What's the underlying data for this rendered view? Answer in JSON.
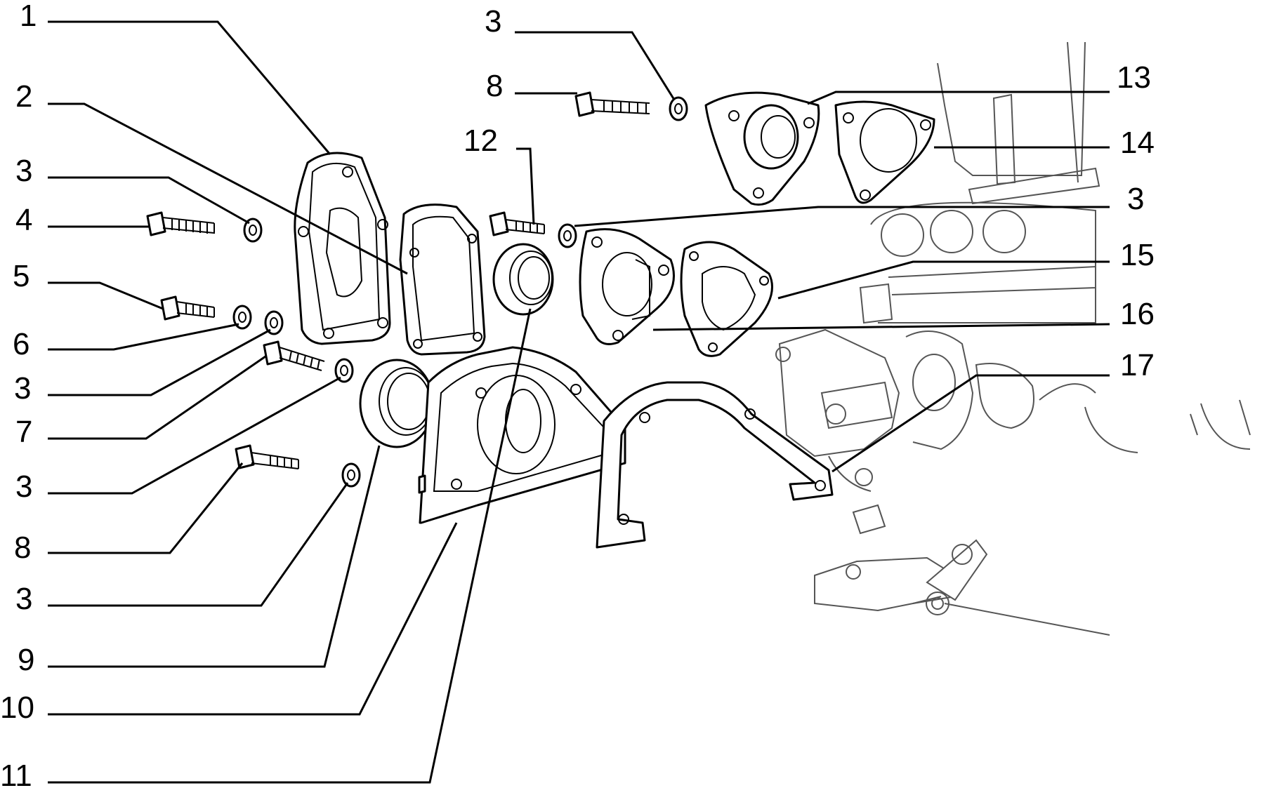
{
  "callouts": {
    "c1": "1",
    "c2": "2",
    "c3a": "3",
    "c4": "4",
    "c5": "5",
    "c6": "6",
    "c3b": "3",
    "c7": "7",
    "c3c": "3",
    "c8a": "8",
    "c3d": "3",
    "c9": "9",
    "c10": "10",
    "c11": "11",
    "c12": "12",
    "c3e": "3",
    "c8b": "8",
    "c13": "13",
    "c14": "14",
    "c3f": "3",
    "c15": "15",
    "c16": "16",
    "c17": "17"
  }
}
